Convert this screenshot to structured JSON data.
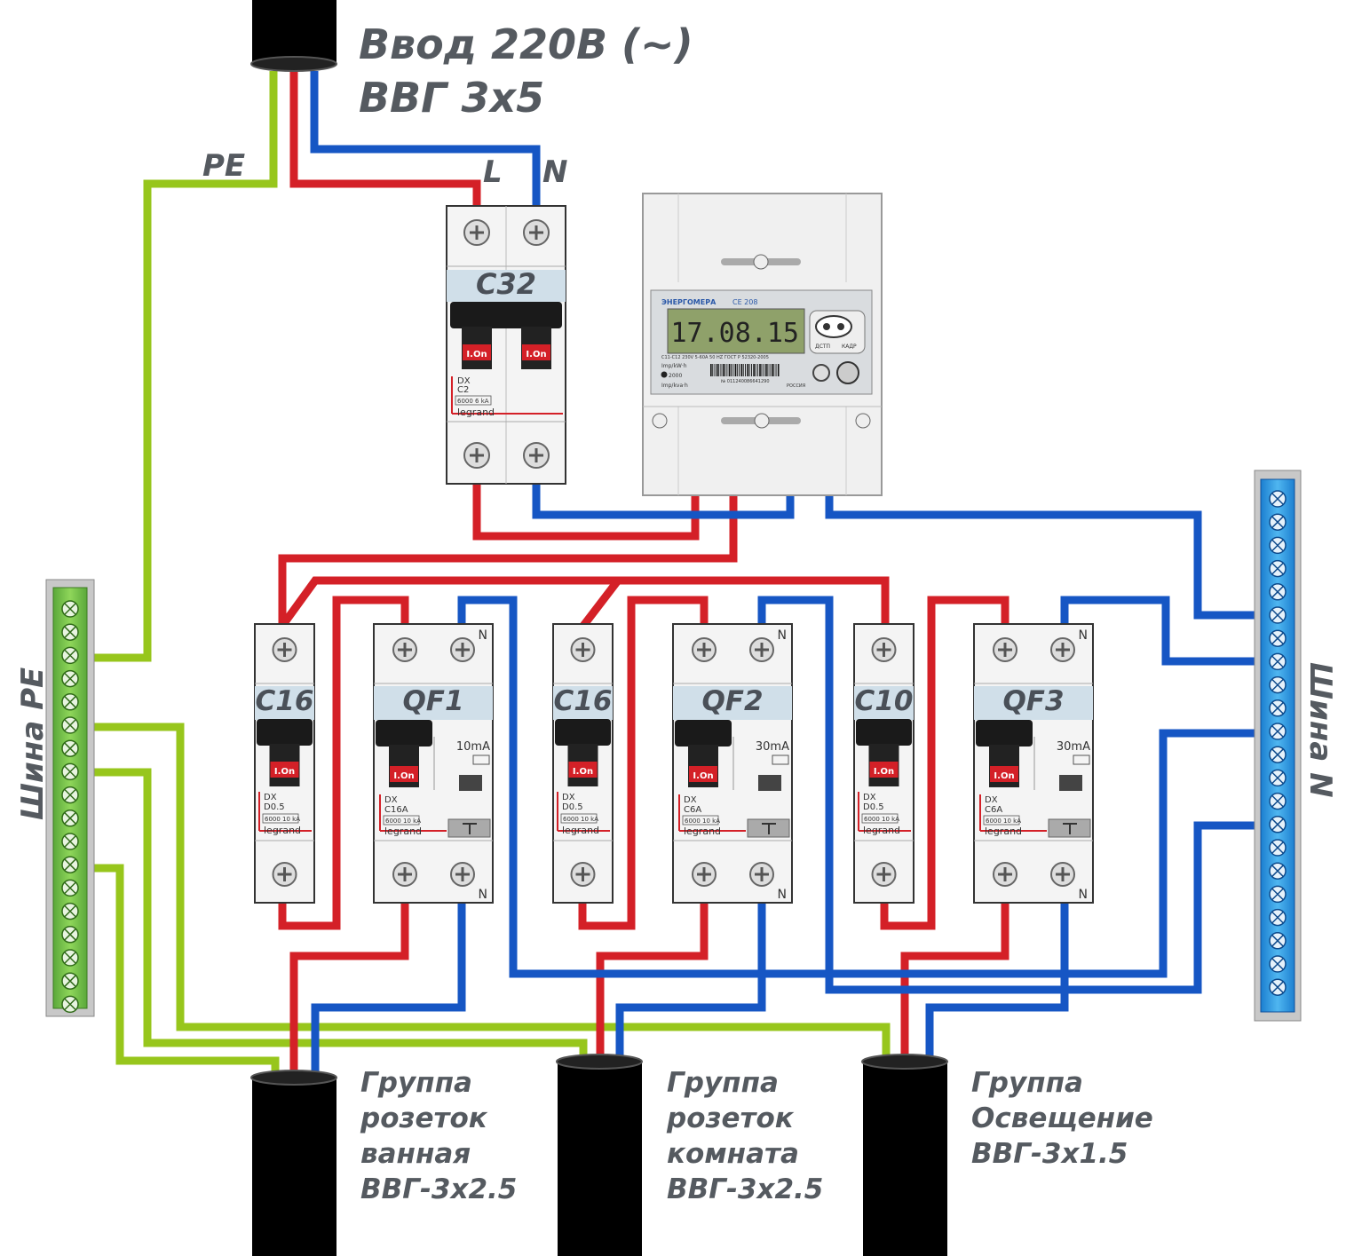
{
  "input": {
    "line1": "Ввод 220В (~)",
    "line2": "ВВГ 3х5"
  },
  "wire_labels": {
    "pe": "PE",
    "l": "L",
    "n": "N"
  },
  "bus": {
    "pe": "Шина PE",
    "n": "Шина N"
  },
  "main_breaker": {
    "label": "C32",
    "model": "DX",
    "rating": "C2",
    "capacity": "6000 6 kA",
    "brand": "legrand",
    "indicator": "I.On"
  },
  "meter": {
    "brand": "ЭНЕРГОМЕРА",
    "model": "CE 208",
    "display": "17.08.15",
    "button1": "ДСТП",
    "button2": "КАДР",
    "spec": "C11-C12 230V   5-60A   50 HZ   ГОСТ Р 52320-2005",
    "serial": "№ 011240086641290",
    "country": "РОССИЯ",
    "imp1": "Imp/kW·h",
    "imp2": "Imp/kva·h",
    "rate": "2000"
  },
  "breakers": [
    {
      "label": "C16",
      "model": "DX",
      "rating": "D0.5",
      "capacity": "6000 10 kA",
      "brand": "legrand",
      "indicator": "I.On"
    },
    {
      "label": "C16",
      "model": "DX",
      "rating": "D0.5",
      "capacity": "6000 10 kA",
      "brand": "legrand",
      "indicator": "I.On"
    },
    {
      "label": "C10",
      "model": "DX",
      "rating": "D0.5",
      "capacity": "6000 10 kA",
      "brand": "legrand",
      "indicator": "I.On"
    }
  ],
  "rcds": [
    {
      "label": "QF1",
      "current": "10mA",
      "model": "DX",
      "rating": "C16A",
      "capacity": "6000 10 kA",
      "brand": "legrand",
      "indicator": "I.On",
      "n": "N"
    },
    {
      "label": "QF2",
      "current": "30mA",
      "model": "DX",
      "rating": "C6A",
      "capacity": "6000 10 kA",
      "brand": "legrand",
      "indicator": "I.On",
      "n": "N"
    },
    {
      "label": "QF3",
      "current": "30mA",
      "model": "DX",
      "rating": "C6A",
      "capacity": "6000 10 kA",
      "brand": "legrand",
      "indicator": "I.On",
      "n": "N"
    }
  ],
  "groups": [
    {
      "l1": "Группа",
      "l2": "розеток",
      "l3": "ванная",
      "l4": "ВВГ-3х2.5"
    },
    {
      "l1": "Группа",
      "l2": "розеток",
      "l3": "комната",
      "l4": "ВВГ-3х2.5"
    },
    {
      "l1": "Группа",
      "l2": "Освещение",
      "l3": "ВВГ-3х1.5"
    }
  ],
  "colors": {
    "phase": "#d42027",
    "neutral": "#1656c4",
    "pe": "#97c61c",
    "cable": "#000000"
  }
}
